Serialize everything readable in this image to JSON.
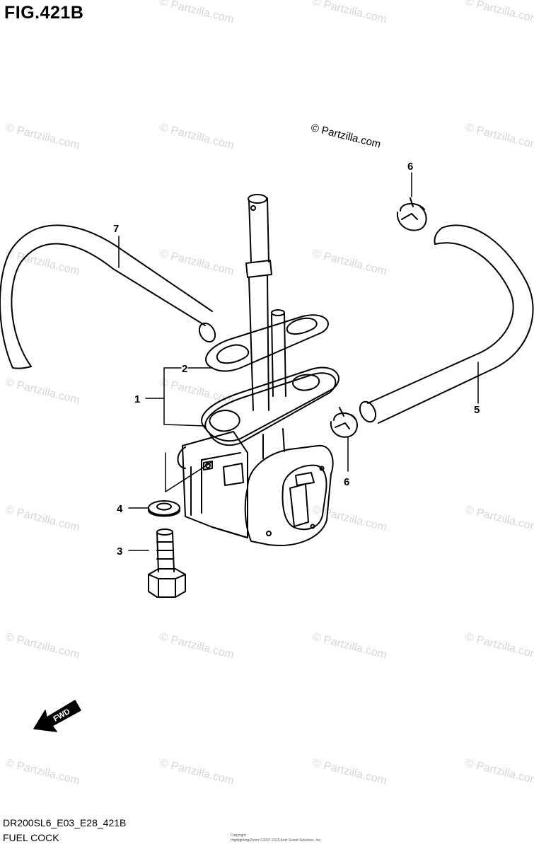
{
  "figure": {
    "title": "FIG.421B",
    "code": "DR200SL6_E03_E28_421B",
    "name": "FUEL COCK"
  },
  "copyright": "© Partzilla.com",
  "watermark": "© Partzilla.com",
  "fine_print": {
    "line1": "Copyright",
    "line2": "Highlighting/Zoom ©2007-2015 Ariel Sweet Solutions, Inc."
  },
  "callouts": {
    "c1": "1",
    "c2": "2",
    "c3": "3",
    "c4": "4",
    "c5": "5",
    "c6a": "6",
    "c6b": "6",
    "c7": "7"
  },
  "fwd": "FWD"
}
